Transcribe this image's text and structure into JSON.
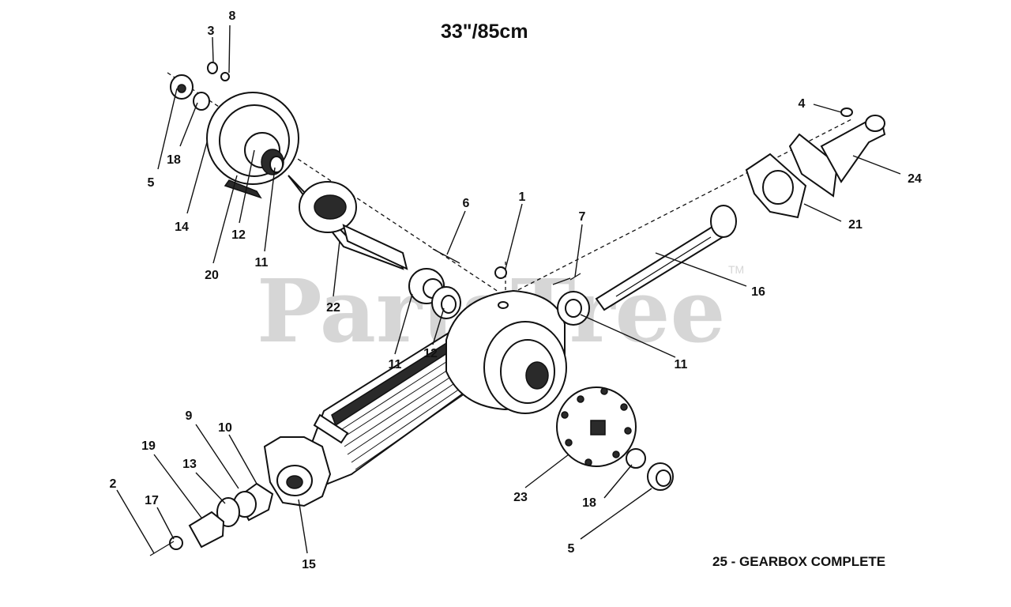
{
  "diagram": {
    "title": "33\"/85cm",
    "footer": "25 - GEARBOX COMPLETE",
    "watermark": {
      "text": "PartsTree",
      "trademark": "TM"
    },
    "callouts": [
      {
        "id": "c8",
        "label": "8"
      },
      {
        "id": "c3",
        "label": "3"
      },
      {
        "id": "c5a",
        "label": "5"
      },
      {
        "id": "c18a",
        "label": "18"
      },
      {
        "id": "c14",
        "label": "14"
      },
      {
        "id": "c20",
        "label": "20"
      },
      {
        "id": "c12a",
        "label": "12"
      },
      {
        "id": "c11a",
        "label": "11"
      },
      {
        "id": "c22",
        "label": "22"
      },
      {
        "id": "c6",
        "label": "6"
      },
      {
        "id": "c1",
        "label": "1"
      },
      {
        "id": "c7",
        "label": "7"
      },
      {
        "id": "c4",
        "label": "4"
      },
      {
        "id": "c24",
        "label": "24"
      },
      {
        "id": "c21",
        "label": "21"
      },
      {
        "id": "c16",
        "label": "16"
      },
      {
        "id": "c11b",
        "label": "11"
      },
      {
        "id": "c12b",
        "label": "12"
      },
      {
        "id": "c11c",
        "label": "11"
      },
      {
        "id": "c9",
        "label": "9"
      },
      {
        "id": "c10",
        "label": "10"
      },
      {
        "id": "c19",
        "label": "19"
      },
      {
        "id": "c13",
        "label": "13"
      },
      {
        "id": "c2",
        "label": "2"
      },
      {
        "id": "c17",
        "label": "17"
      },
      {
        "id": "c15",
        "label": "15"
      },
      {
        "id": "c23",
        "label": "23"
      },
      {
        "id": "c18b",
        "label": "18"
      },
      {
        "id": "c5b",
        "label": "5"
      }
    ]
  }
}
